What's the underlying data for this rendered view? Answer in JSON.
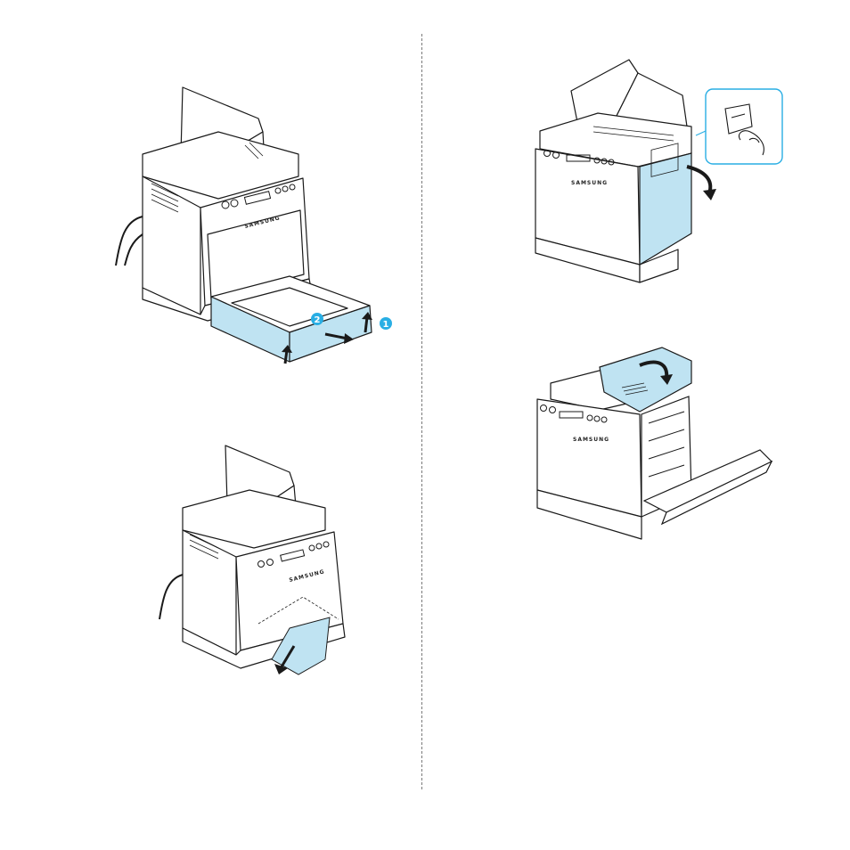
{
  "figures": {
    "tray": {
      "brand": "SAMSUNG",
      "step1": "1",
      "step2": "2"
    },
    "lever": {
      "brand": "SAMSUNG"
    },
    "topcover": {
      "brand": "SAMSUNG"
    },
    "paper": {
      "brand": "SAMSUNG"
    }
  },
  "colors": {
    "highlight": "#bfe3f2",
    "accent": "#29aee4",
    "line": "#1a1a1a"
  }
}
